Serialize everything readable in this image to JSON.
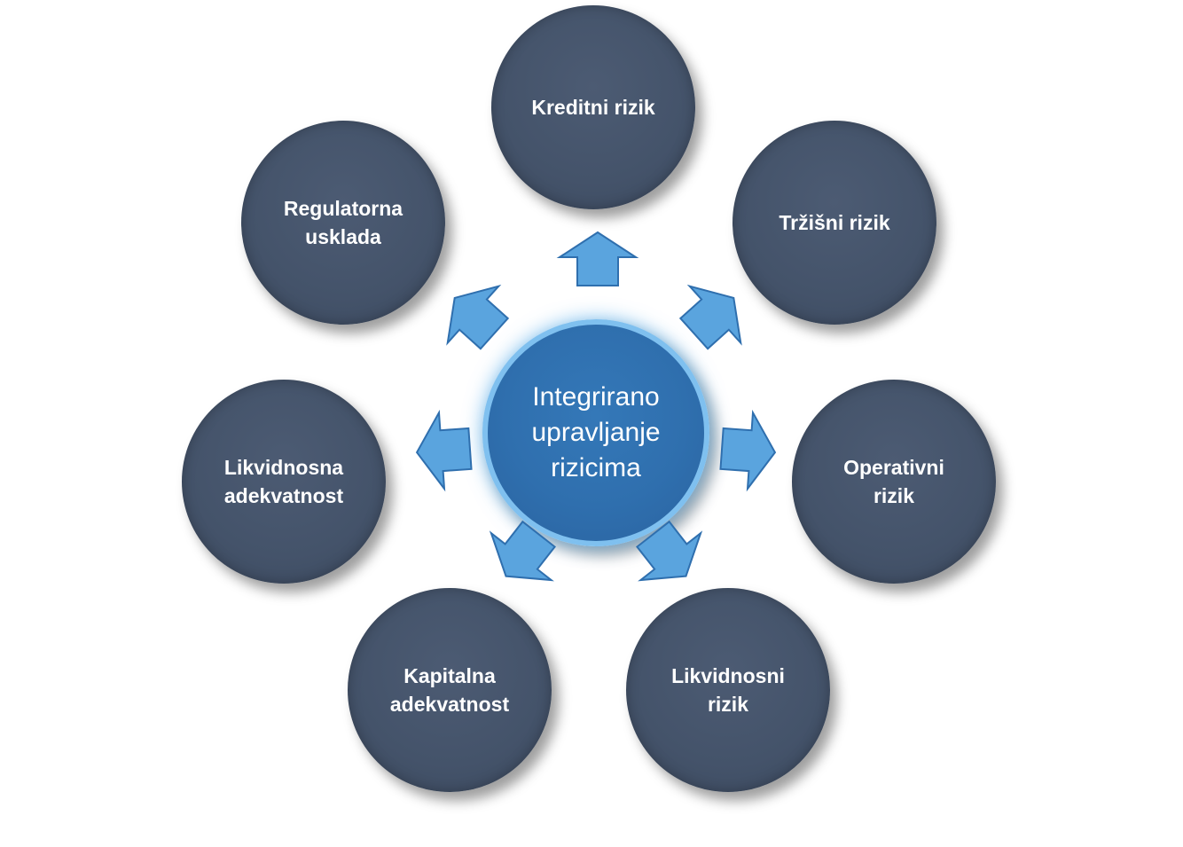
{
  "center": {
    "label": "Integrirano\nupravljanje\nrizicima"
  },
  "nodes": [
    {
      "label": "Kreditni rizik"
    },
    {
      "label": "Tržišni rizik"
    },
    {
      "label": "Operativni\nrizik"
    },
    {
      "label": "Likvidnosni\nrizik"
    },
    {
      "label": "Kapitalna\nadekvatnost"
    },
    {
      "label": "Likvidnosna\nadekvatnost"
    },
    {
      "label": "Regulatorna\nusklada"
    }
  ],
  "colors": {
    "outer_fill": "#44536a",
    "center_fill": "#2f6fae",
    "center_border": "#7fc0ef",
    "arrow_fill": "#5aa4de",
    "text": "#ffffff"
  },
  "icons": [
    "arrow-icon"
  ]
}
